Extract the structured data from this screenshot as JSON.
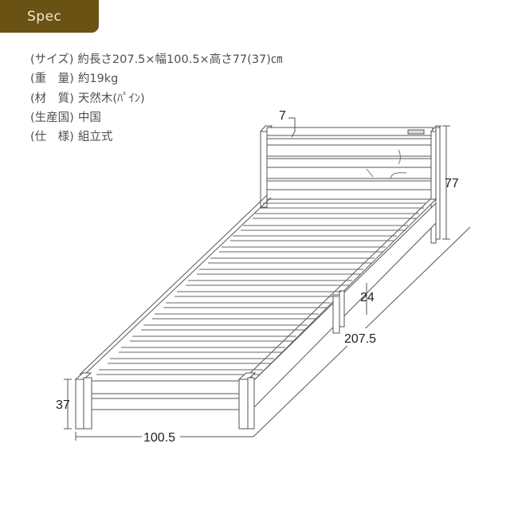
{
  "header": {
    "title": "Spec",
    "bg_color": "#6a5114"
  },
  "specs": [
    {
      "label": "(サイズ)",
      "value": "約長さ207.5×幅100.5×高さ77(37)㎝"
    },
    {
      "label": "(重　量)",
      "value": "約19kg"
    },
    {
      "label": "(材　質)",
      "value": "天然木(ﾊﾟｲﾝ)"
    },
    {
      "label": "(生産国)",
      "value": "中国"
    },
    {
      "label": "(仕　様)",
      "value": "組立式"
    }
  ],
  "diagram": {
    "subject": "bed-frame-line-drawing",
    "dimensions": {
      "shelf_depth": "7",
      "headboard_height": "77",
      "underbed_clearance": "24",
      "length": "207.5",
      "footboard_height": "37",
      "width": "100.5"
    }
  }
}
